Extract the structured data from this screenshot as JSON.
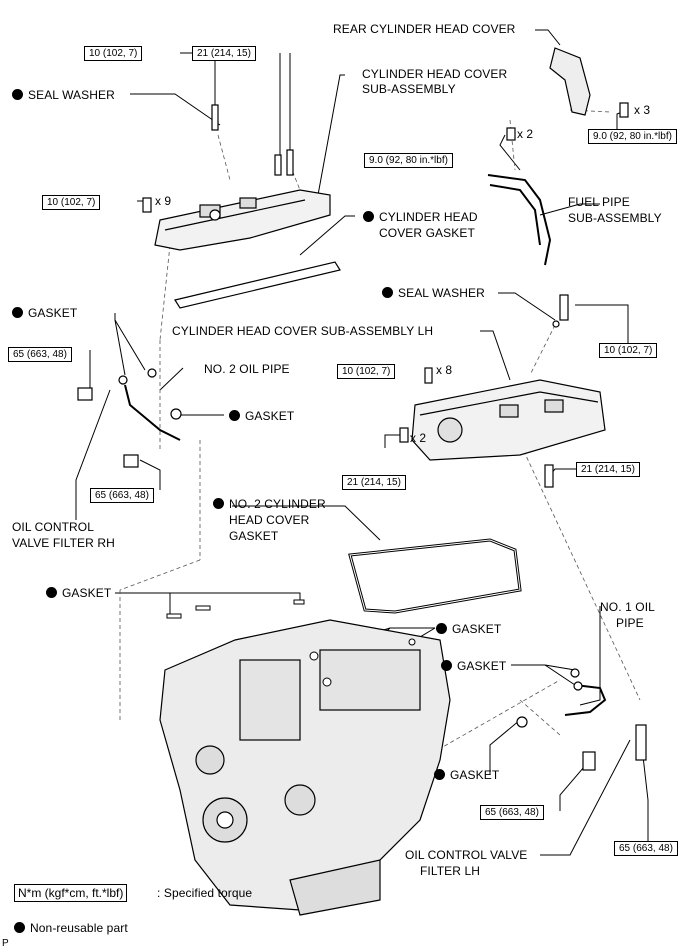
{
  "labels": {
    "rear_cylinder_head_cover": "REAR CYLINDER HEAD COVER",
    "cylinder_head_cover_sub_assembly_l1": "CYLINDER HEAD COVER",
    "cylinder_head_cover_sub_assembly_l2": "SUB-ASSEMBLY",
    "seal_washer_top": "SEAL WASHER",
    "fuel_pipe_l1": "FUEL PIPE",
    "fuel_pipe_l2": "SUB-ASSEMBLY",
    "cylinder_head_cover_gasket_l1": "CYLINDER HEAD",
    "cylinder_head_cover_gasket_l2": "COVER GASKET",
    "seal_washer_mid": "SEAL WASHER",
    "gasket_left": "GASKET",
    "cylinder_head_cover_lh": "CYLINDER HEAD COVER SUB-ASSEMBLY LH",
    "no2_oil_pipe": "NO. 2 OIL PIPE",
    "gasket_mid": "GASKET",
    "oil_control_valve_filter_rh_l1": "OIL CONTROL",
    "oil_control_valve_filter_rh_l2": "VALVE FILTER RH",
    "no2_head_cover_gasket_l1": "NO. 2 CYLINDER",
    "no2_head_cover_gasket_l2": "HEAD COVER",
    "no2_head_cover_gasket_l3": "GASKET",
    "gasket_engine_left": "GASKET",
    "gasket_engine_right": "GASKET",
    "no1_oil_pipe_l1": "NO. 1 OIL",
    "no1_oil_pipe_l2": "PIPE",
    "gasket_no1_pipe": "GASKET",
    "gasket_lower_right": "GASKET",
    "oil_control_valve_filter_lh_l1": "OIL CONTROL VALVE",
    "oil_control_valve_filter_lh_l2": "FILTER LH",
    "page_marker": "P"
  },
  "torques": {
    "t_10_top": "10 (102, 7)",
    "t_21_top": "21 (214, 15)",
    "t_9_rear": "9.0 (92, 80 in.*lbf)",
    "t_9_fuel": "9.0 (92, 80 in.*lbf)",
    "t_10_x9": "10 (102, 7)",
    "t_65_left_top": "65 (663, 48)",
    "t_10_lh_right": "10 (102, 7)",
    "t_10_lh_x8": "10 (102, 7)",
    "t_21_lh_x2": "21 (214, 15)",
    "t_21_lh_right": "21 (214, 15)",
    "t_65_left_bottom": "65 (663, 48)",
    "t_65_lower_mid": "65 (663, 48)",
    "t_65_lower_right": "65 (663, 48)"
  },
  "quantities": {
    "q_x3": "x 3",
    "q_x2_fuel": "x 2",
    "q_x9": "x 9",
    "q_x8": "x 8",
    "q_x2_lh": "x 2"
  },
  "legend": {
    "torque_format": "N*m (kgf*cm, ft.*lbf)",
    "torque_desc": ": Specified torque",
    "nonreusable_desc": "Non-reusable part"
  }
}
